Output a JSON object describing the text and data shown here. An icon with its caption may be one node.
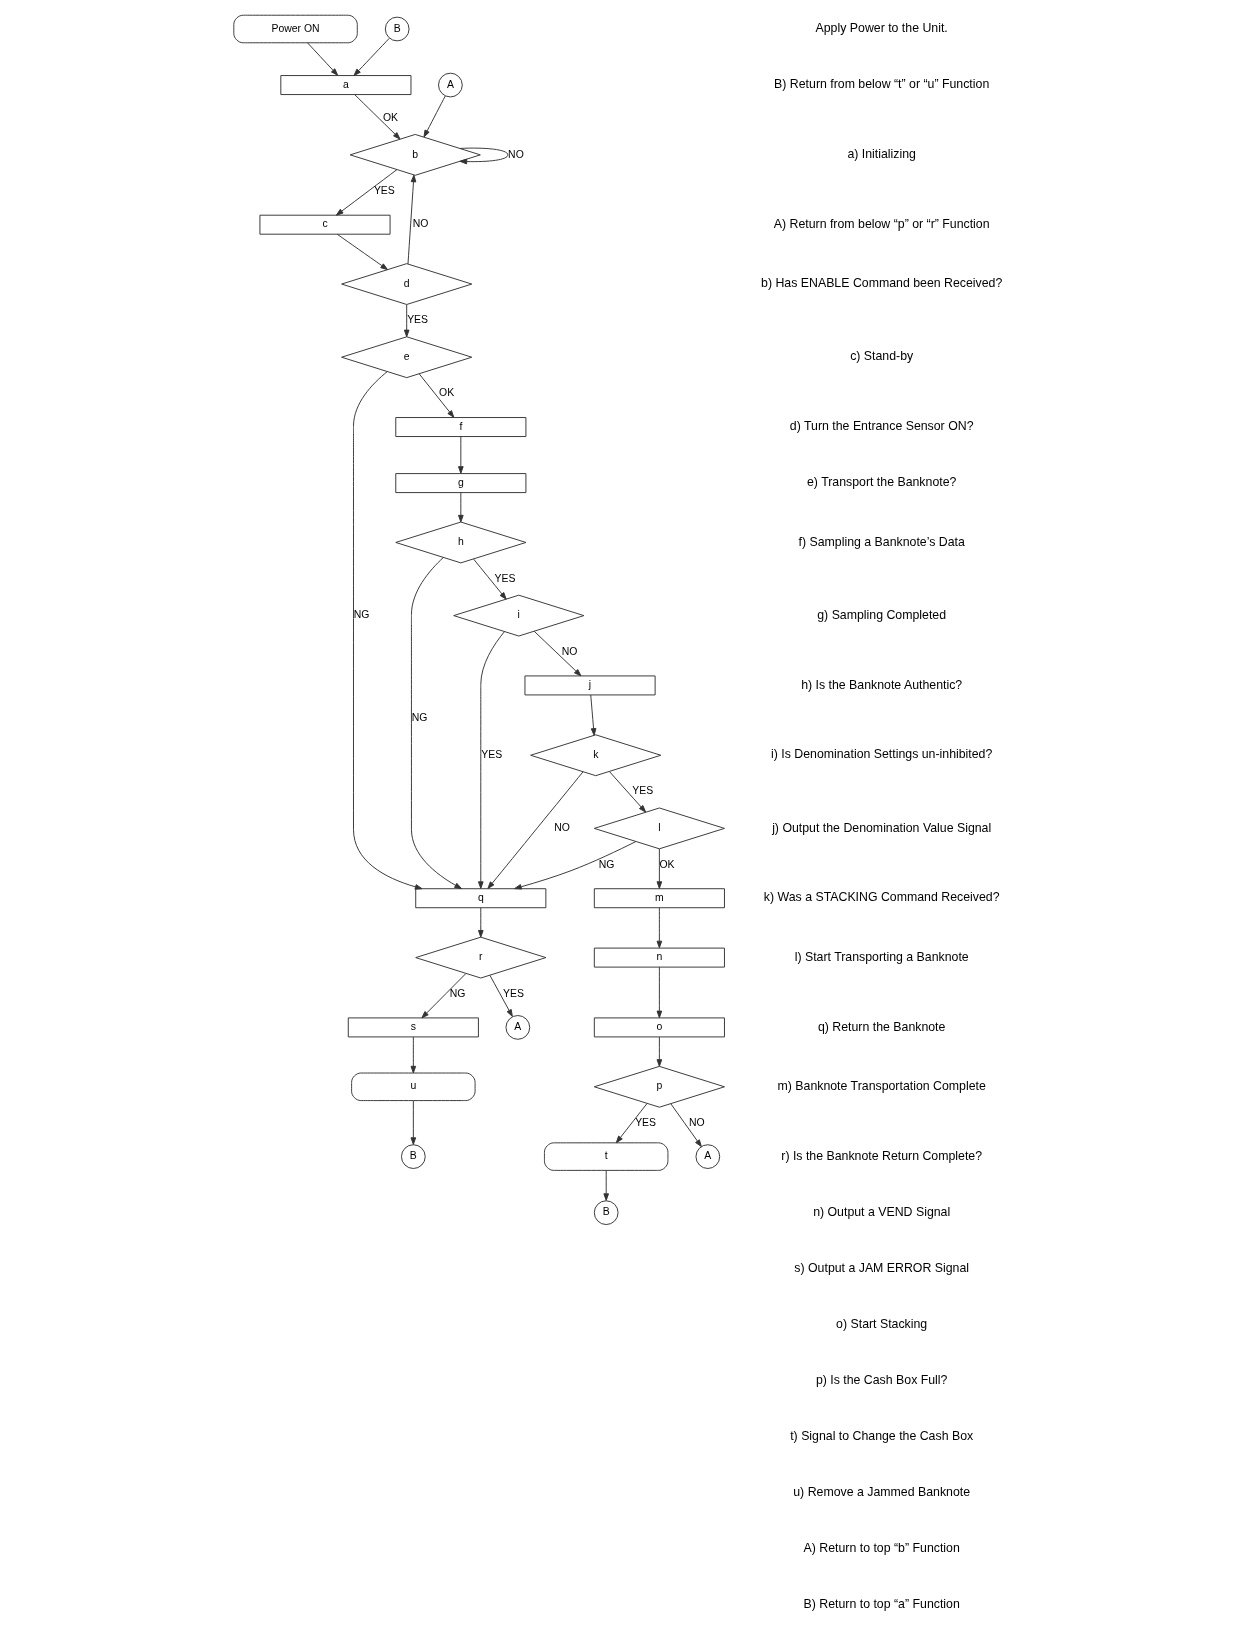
{
  "diagram": {
    "nodes": [
      {
        "text": [
          "Power ON"
        ]
      },
      {
        "text": [
          "B"
        ]
      },
      {
        "text": [
          "a"
        ]
      },
      {
        "text": [
          "A"
        ]
      },
      {
        "text": [
          "b"
        ]
      },
      {
        "text": [
          "c"
        ]
      },
      {
        "text": [
          "d"
        ]
      },
      {
        "text": [
          "e"
        ]
      },
      {
        "text": [
          "f"
        ]
      },
      {
        "text": [
          "g"
        ]
      },
      {
        "text": [
          "h"
        ]
      },
      {
        "text": [
          "i"
        ]
      },
      {
        "text": [
          "j"
        ]
      },
      {
        "text": [
          "k"
        ]
      },
      {
        "text": [
          "l"
        ]
      },
      {
        "text": [
          "q"
        ]
      },
      {
        "text": [
          "m"
        ]
      },
      {
        "text": [
          "r"
        ]
      },
      {
        "text": [
          "n"
        ]
      },
      {
        "text": [
          "s"
        ]
      },
      {
        "text": [
          "A"
        ]
      },
      {
        "text": [
          "o"
        ]
      },
      {
        "text": [
          "p"
        ]
      },
      {
        "text": [
          "t"
        ]
      },
      {
        "text": [
          "u"
        ]
      },
      {
        "text": [
          "A"
        ]
      },
      {
        "text": [
          "B"
        ]
      },
      {
        "text": [
          "B"
        ]
      }
    ],
    "edges": [
      {
        "from": 0,
        "to": 2,
        "arrow": "to"
      },
      {
        "from": 1,
        "to": 2,
        "arrow": "to"
      },
      {
        "from": 2,
        "to": 4,
        "arrow": "to",
        "label": "OK"
      },
      {
        "from": 3,
        "to": 4,
        "arrow": "to"
      },
      {
        "from": 4,
        "to": 4,
        "arrow": "to",
        "label": "NO"
      },
      {
        "from": 4,
        "to": 5,
        "arrow": "to",
        "label": "YES"
      },
      {
        "from": 5,
        "to": 6,
        "arrow": "to"
      },
      {
        "from": 6,
        "to": 4,
        "arrow": "to",
        "label": "NO"
      },
      {
        "from": 6,
        "to": 7,
        "arrow": "to",
        "label": "YES"
      },
      {
        "from": 7,
        "to": 15,
        "arrow": "to",
        "label": "NG"
      },
      {
        "from": 7,
        "to": 8,
        "arrow": "to",
        "label": "OK"
      },
      {
        "from": 8,
        "to": 9,
        "arrow": "to"
      },
      {
        "from": 9,
        "to": 10,
        "arrow": "to"
      },
      {
        "from": 10,
        "to": 15,
        "arrow": "to",
        "label": "NG"
      },
      {
        "from": 10,
        "to": 11,
        "arrow": "to",
        "label": "YES"
      },
      {
        "from": 11,
        "to": 15,
        "arrow": "to",
        "label": "YES"
      },
      {
        "from": 11,
        "to": 12,
        "arrow": "to",
        "label": "NO"
      },
      {
        "from": 12,
        "to": 13,
        "arrow": "to"
      },
      {
        "from": 13,
        "to": 15,
        "arrow": "to",
        "label": "NO"
      },
      {
        "from": 13,
        "to": 14,
        "arrow": "to",
        "label": "YES"
      },
      {
        "from": 14,
        "to": 15,
        "arrow": "to",
        "label": "NG"
      },
      {
        "from": 14,
        "to": 16,
        "arrow": "to",
        "label": "OK"
      },
      {
        "from": 15,
        "to": 17,
        "arrow": "to"
      },
      {
        "from": 17,
        "to": 19,
        "arrow": "to",
        "label": "NG"
      },
      {
        "from": 17,
        "to": 20,
        "arrow": "to",
        "label": "YES"
      },
      {
        "from": 16,
        "to": 18,
        "arrow": "to"
      },
      {
        "from": 18,
        "to": 21,
        "arrow": "to"
      },
      {
        "from": 21,
        "to": 22,
        "arrow": "to"
      },
      {
        "from": 22,
        "to": 23,
        "arrow": "to",
        "label": "YES"
      },
      {
        "from": 22,
        "to": 25,
        "arrow": "to",
        "label": "NO"
      },
      {
        "from": 23,
        "to": 26,
        "arrow": "to"
      },
      {
        "from": 19,
        "to": 24,
        "arrow": "to"
      },
      {
        "from": 24,
        "to": 27,
        "arrow": "to"
      }
    ],
    "labels": [
      "Apply Power to the Unit.",
      "B) Return from below “t” or “u” Function",
      "a) Initializing",
      "A) Return from below “p” or “r” Function",
      "b) Has ENABLE Command been Received?",
      "c) Stand-by",
      "d) Turn the Entrance Sensor ON?",
      "e) Transport the Banknote?",
      "f) Sampling a Banknote’s Data",
      "g) Sampling Completed",
      "h) Is the Banknote Authentic?",
      "i) Is Denomination Settings un-inhibited?",
      "j) Output the Denomination Value Signal",
      "k) Was a STACKING Command Received?",
      "l) Start Transporting a Banknote",
      "q) Return the Banknote",
      "m) Banknote Transportation Complete",
      "r) Is the Banknote Return Complete?",
      "n) Output a VEND Signal",
      "s) Output a JAM ERROR Signal",
      "o) Start Stacking",
      "p) Is the Cash Box Full?",
      "t) Signal to Change the Cash Box",
      "u) Remove a Jammed Banknote",
      "A) Return to top “b” Function",
      "B) Return to top “a” Function"
    ]
  }
}
